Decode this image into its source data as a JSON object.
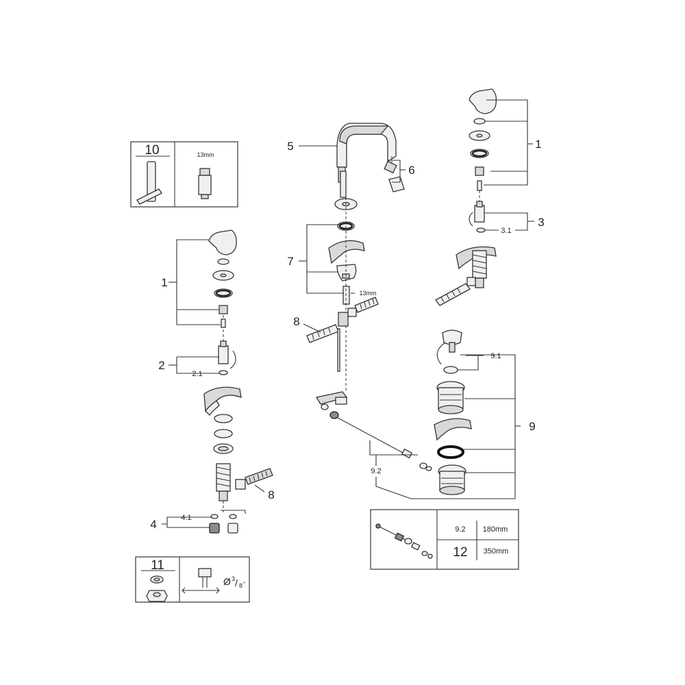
{
  "callouts": {
    "c1_right": "1",
    "c1_left": "1",
    "c2": "2",
    "c2_1": "2.1",
    "c3": "3",
    "c3_1": "3.1",
    "c4": "4",
    "c4_1": "4.1",
    "c5": "5",
    "c6": "6",
    "c7": "7",
    "c8_center": "8",
    "c8_left": "8",
    "c9": "9",
    "c9_1": "9.1",
    "c9_2": "9.2"
  },
  "dim_13mm_center": "13mm",
  "box10": {
    "number": "10",
    "size": "13mm"
  },
  "box11": {
    "number": "11",
    "dia_symbol": "Ø",
    "dia_num": "3",
    "dia_den": "8",
    "dia_unit": "\""
  },
  "table": {
    "rows": [
      {
        "part": "9.2",
        "length": "180mm"
      },
      {
        "part": "12",
        "length": "350mm"
      }
    ]
  }
}
